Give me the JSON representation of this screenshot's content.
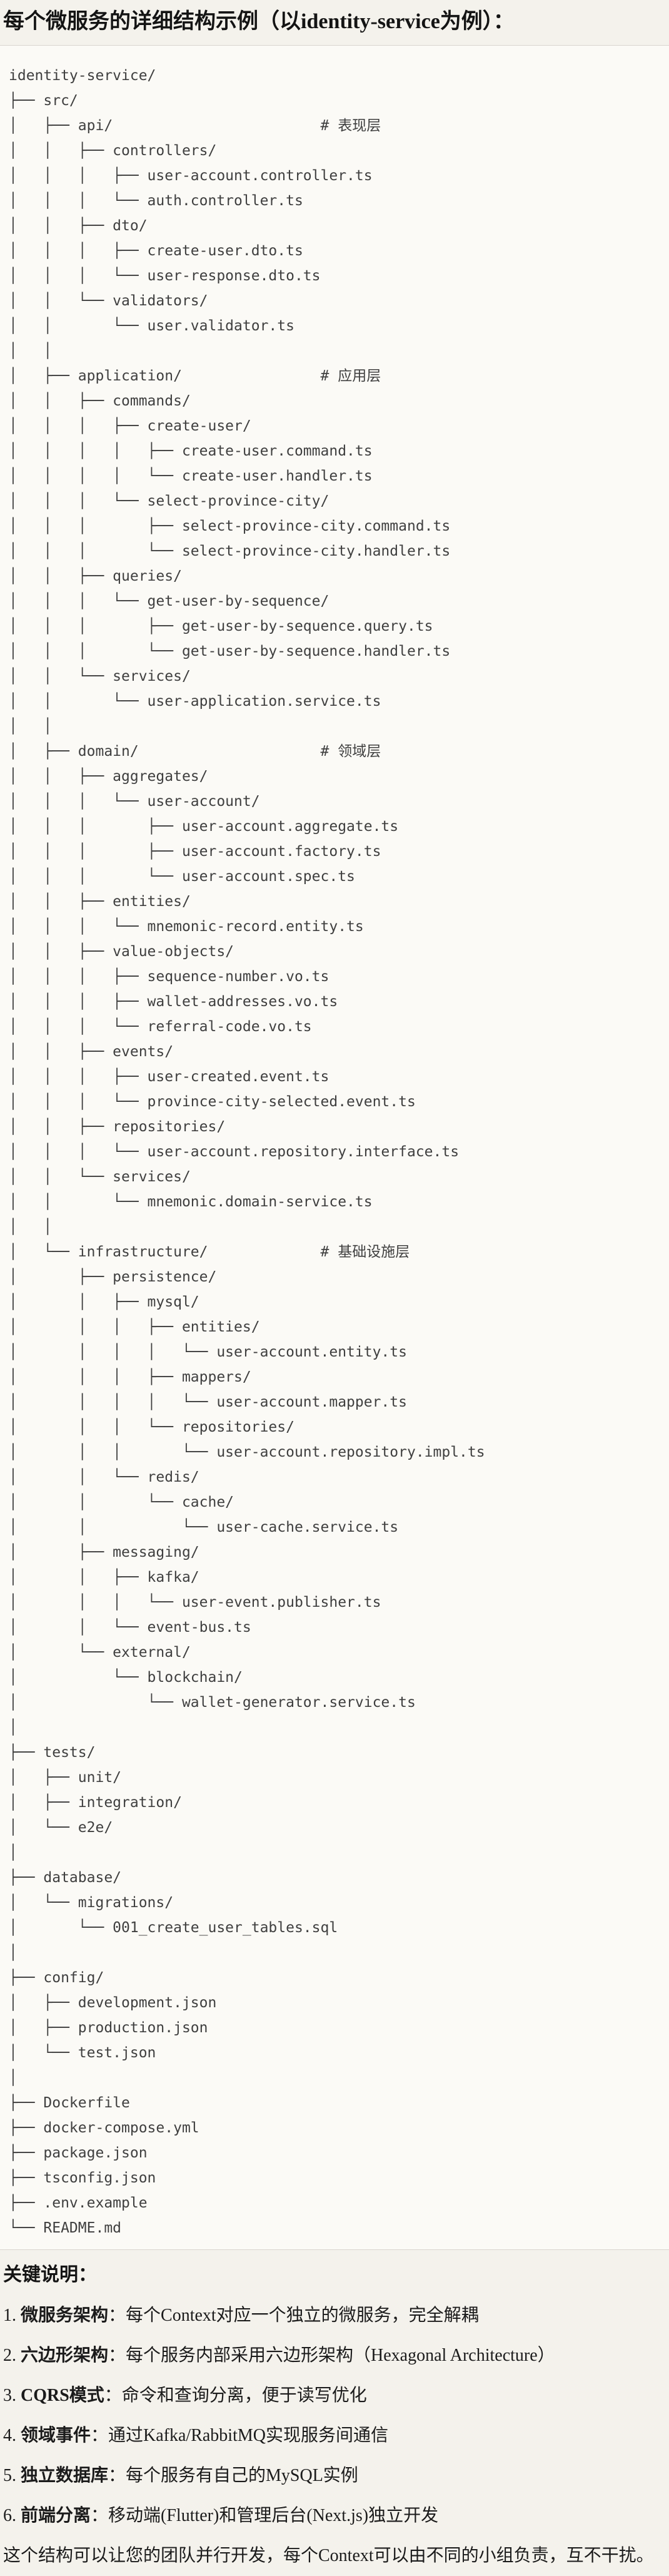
{
  "title": "每个微服务的详细结构示例（以identity-service为例）：",
  "code_block": {
    "language": "plaintext-directory-tree",
    "layer_comments": [
      "# 表现层",
      "# 应用层",
      "# 领域层",
      "# 基础设施层"
    ],
    "tree_lines": [
      "identity-service/",
      "├── src/",
      "│   ├── api/                        # 表现层",
      "│   │   ├── controllers/",
      "│   │   │   ├── user-account.controller.ts",
      "│   │   │   └── auth.controller.ts",
      "│   │   ├── dto/",
      "│   │   │   ├── create-user.dto.ts",
      "│   │   │   └── user-response.dto.ts",
      "│   │   └── validators/",
      "│   │       └── user.validator.ts",
      "│   │",
      "│   ├── application/                # 应用层",
      "│   │   ├── commands/",
      "│   │   │   ├── create-user/",
      "│   │   │   │   ├── create-user.command.ts",
      "│   │   │   │   └── create-user.handler.ts",
      "│   │   │   └── select-province-city/",
      "│   │   │       ├── select-province-city.command.ts",
      "│   │   │       └── select-province-city.handler.ts",
      "│   │   ├── queries/",
      "│   │   │   └── get-user-by-sequence/",
      "│   │   │       ├── get-user-by-sequence.query.ts",
      "│   │   │       └── get-user-by-sequence.handler.ts",
      "│   │   └── services/",
      "│   │       └── user-application.service.ts",
      "│   │",
      "│   ├── domain/                     # 领域层",
      "│   │   ├── aggregates/",
      "│   │   │   └── user-account/",
      "│   │   │       ├── user-account.aggregate.ts",
      "│   │   │       ├── user-account.factory.ts",
      "│   │   │       └── user-account.spec.ts",
      "│   │   ├── entities/",
      "│   │   │   └── mnemonic-record.entity.ts",
      "│   │   ├── value-objects/",
      "│   │   │   ├── sequence-number.vo.ts",
      "│   │   │   ├── wallet-addresses.vo.ts",
      "│   │   │   └── referral-code.vo.ts",
      "│   │   ├── events/",
      "│   │   │   ├── user-created.event.ts",
      "│   │   │   └── province-city-selected.event.ts",
      "│   │   ├── repositories/",
      "│   │   │   └── user-account.repository.interface.ts",
      "│   │   └── services/",
      "│   │       └── mnemonic.domain-service.ts",
      "│   │",
      "│   └── infrastructure/             # 基础设施层",
      "│       ├── persistence/",
      "│       │   ├── mysql/",
      "│       │   │   ├── entities/",
      "│       │   │   │   └── user-account.entity.ts",
      "│       │   │   ├── mappers/",
      "│       │   │   │   └── user-account.mapper.ts",
      "│       │   │   └── repositories/",
      "│       │   │       └── user-account.repository.impl.ts",
      "│       │   └── redis/",
      "│       │       └── cache/",
      "│       │           └── user-cache.service.ts",
      "│       ├── messaging/",
      "│       │   ├── kafka/",
      "│       │   │   └── user-event.publisher.ts",
      "│       │   └── event-bus.ts",
      "│       └── external/",
      "│           └── blockchain/",
      "│               └── wallet-generator.service.ts",
      "│",
      "├── tests/",
      "│   ├── unit/",
      "│   ├── integration/",
      "│   └── e2e/",
      "│",
      "├── database/",
      "│   └── migrations/",
      "│       └── 001_create_user_tables.sql",
      "│",
      "├── config/",
      "│   ├── development.json",
      "│   ├── production.json",
      "│   └── test.json",
      "│",
      "├── Dockerfile",
      "├── docker-compose.yml",
      "├── package.json",
      "├── tsconfig.json",
      "├── .env.example",
      "└── README.md"
    ]
  },
  "notes": {
    "heading": "关键说明：",
    "items": [
      {
        "num": "1.",
        "label": "微服务架构",
        "text": "：每个Context对应一个独立的微服务，完全解耦"
      },
      {
        "num": "2.",
        "label": "六边形架构",
        "text": "：每个服务内部采用六边形架构（Hexagonal Architecture）"
      },
      {
        "num": "3.",
        "label": "CQRS模式",
        "text": "：命令和查询分离，便于读写优化"
      },
      {
        "num": "4.",
        "label": "领域事件",
        "text": "：通过Kafka/RabbitMQ实现服务间通信"
      },
      {
        "num": "5.",
        "label": "独立数据库",
        "text": "：每个服务有自己的MySQL实例"
      },
      {
        "num": "6.",
        "label": "前端分离",
        "text": "：移动端(Flutter)和管理后台(Next.js)独立开发"
      }
    ],
    "closing": "这个结构可以让您的团队并行开发，每个Context可以由不同的小组负责，互不干扰。"
  },
  "colors": {
    "page_background": "#f4f2ec",
    "code_background": "#fbfaf6",
    "code_border": "#d8d5cf",
    "heading_text": "#141414",
    "body_text": "#1b1b1b",
    "code_text": "#3f3f3f"
  }
}
